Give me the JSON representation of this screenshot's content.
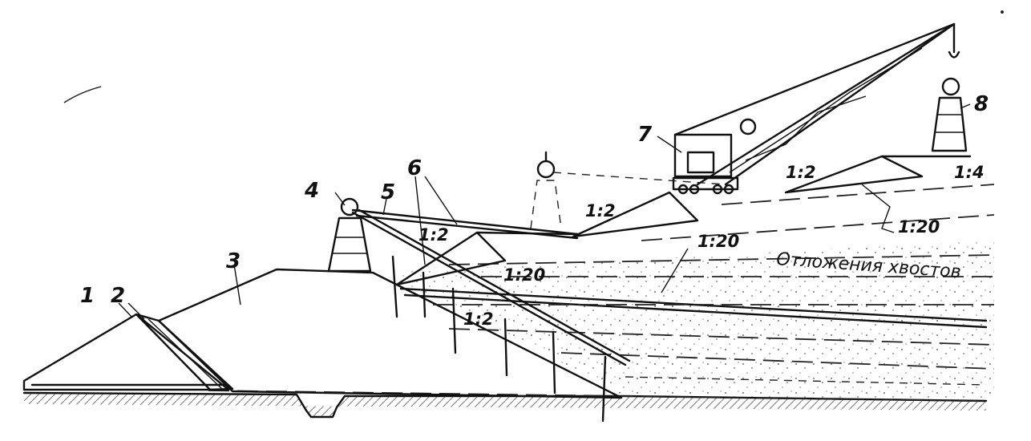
{
  "labels": {
    "n1": "1",
    "n2": "2",
    "n3": "3",
    "n4": "4",
    "n5": "5",
    "n6": "6",
    "n7": "7",
    "n8": "8"
  },
  "slopes": {
    "s1": "1:2",
    "s2": "1:2",
    "s3": "1:2",
    "s4": "1:4",
    "s5": "1:20",
    "s6": "1:20",
    "s7": "1:20",
    "s8": "1:2"
  },
  "annotations": {
    "tailings": "Отложения хвостов"
  },
  "colors": {
    "ink": "#111111",
    "paper": "#ffffff"
  }
}
